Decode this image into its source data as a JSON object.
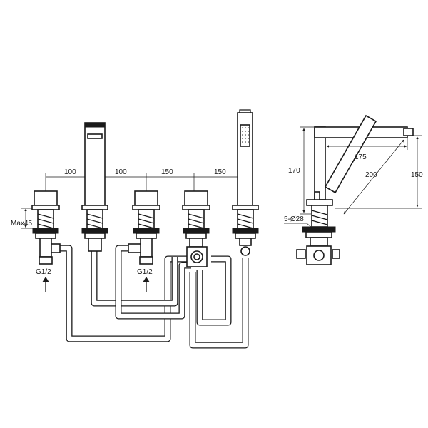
{
  "front_view": {
    "spacing_labels": [
      "100",
      "100",
      "150",
      "150"
    ],
    "max_height_label": "Max45",
    "inlet_labels": [
      "G1/2",
      "G1/2"
    ]
  },
  "side_view": {
    "height_label": "170",
    "reach_label": "175",
    "diagonal_label": "200",
    "overall_height_label": "150",
    "hole_label": "5-Ø28"
  }
}
